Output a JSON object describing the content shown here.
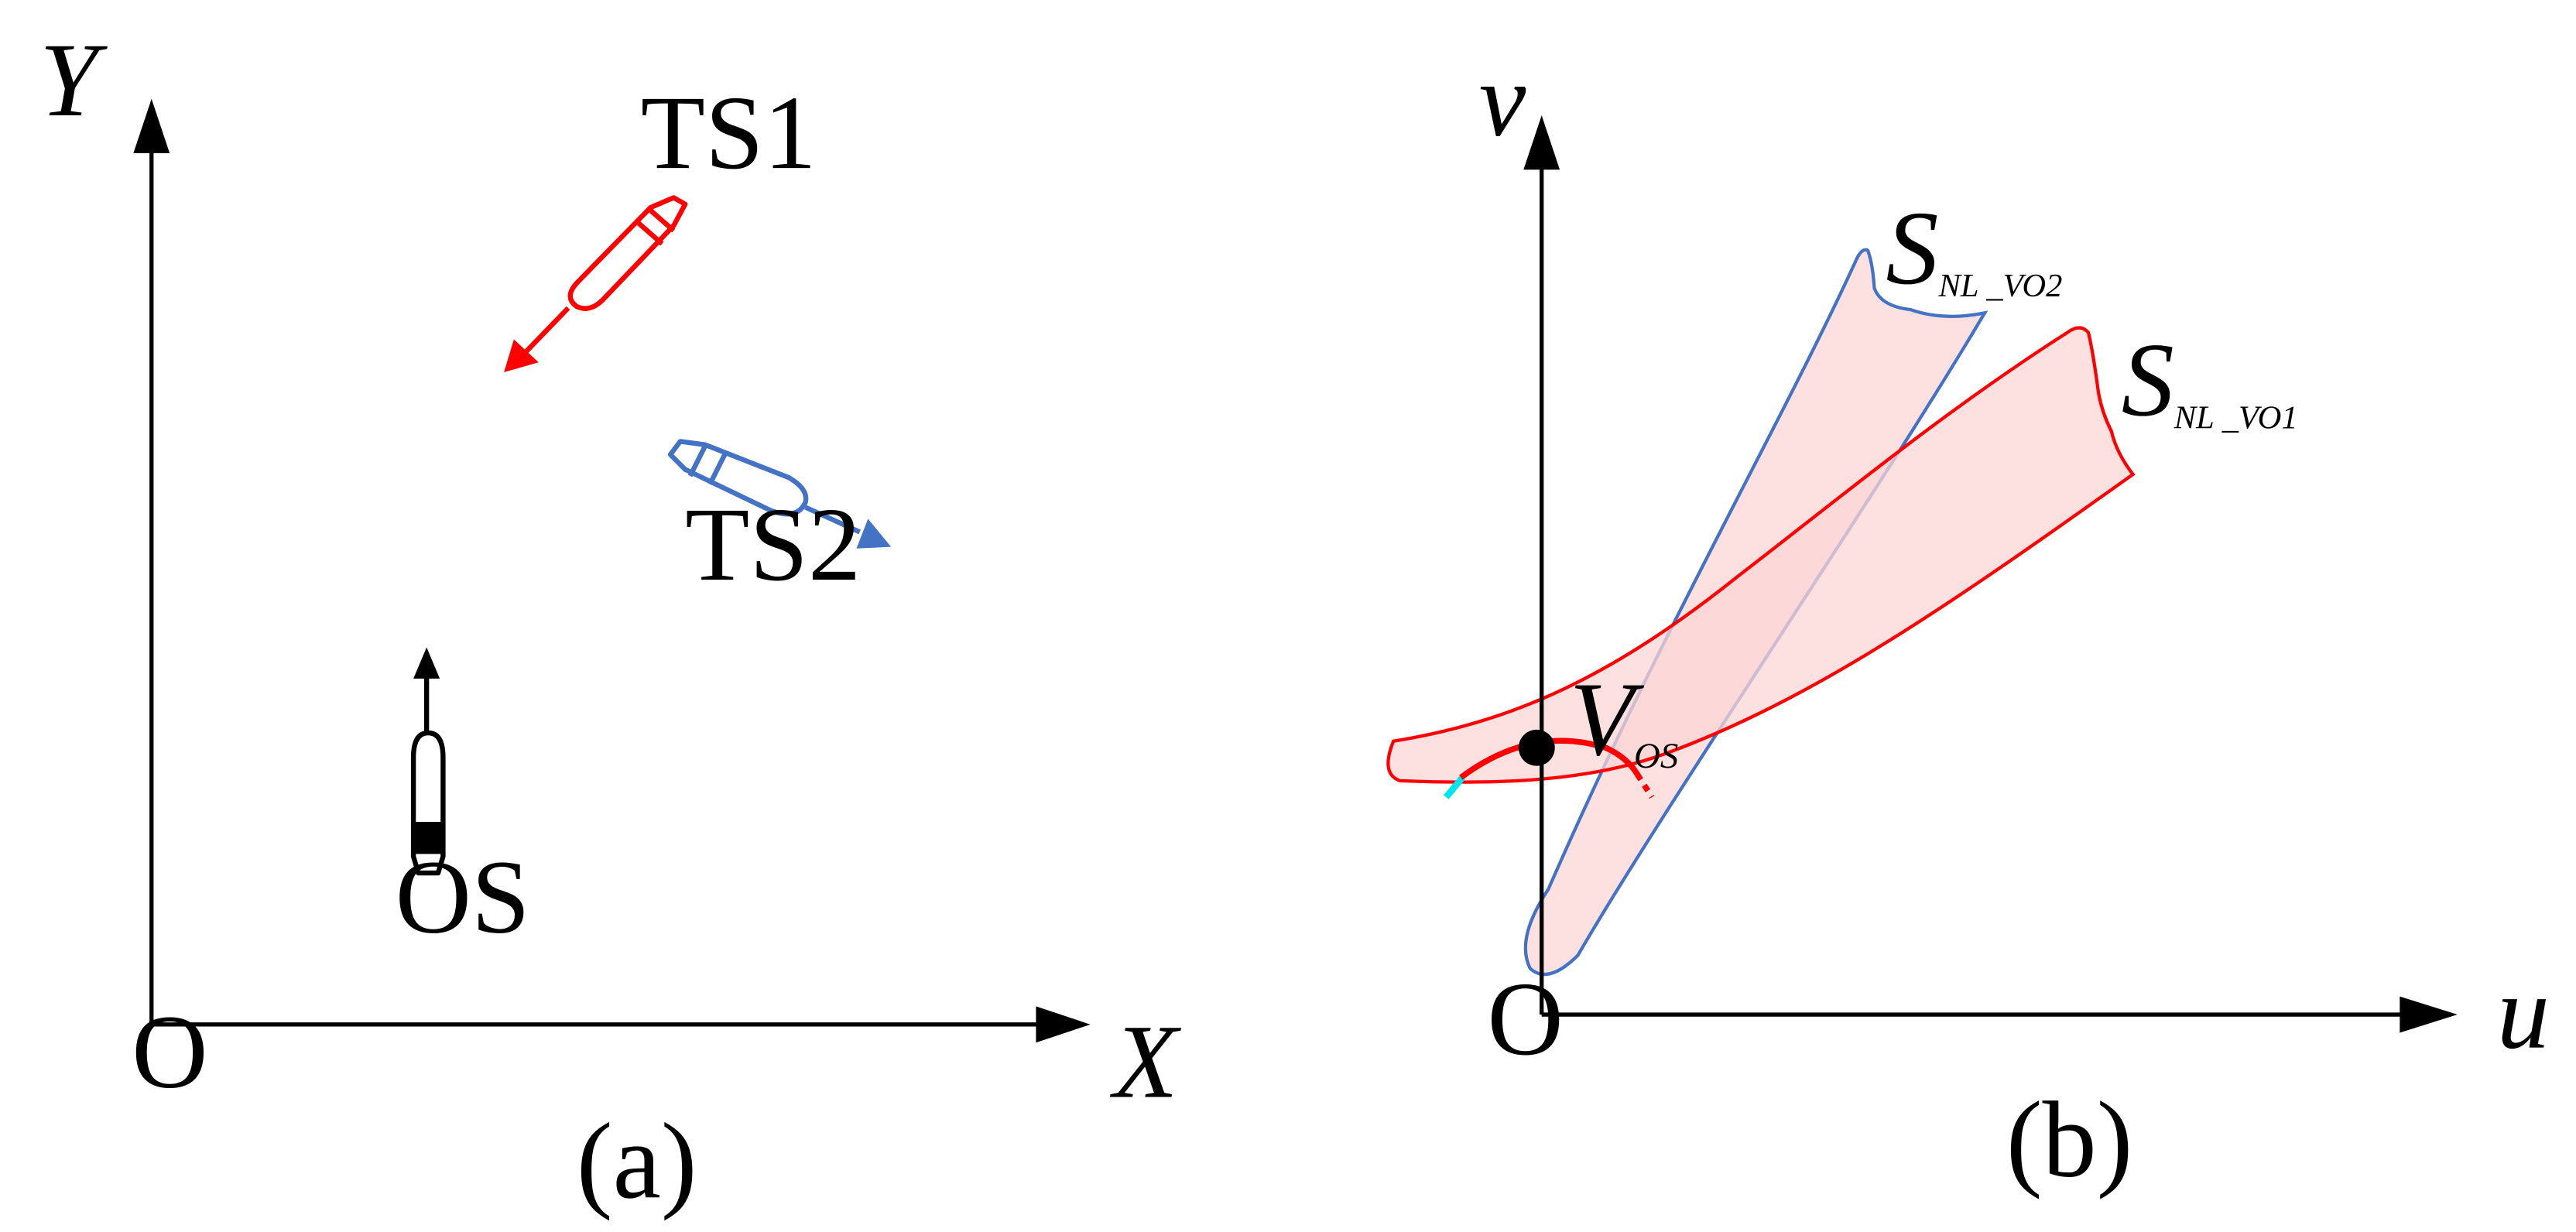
{
  "colors": {
    "axis": "#000000",
    "ts1": "#ff0000",
    "ts2": "#4472c4",
    "os": "#000000",
    "region_fill": "#fcd5d5",
    "cyan": "#00e5ee"
  },
  "panel_a": {
    "y_axis_label": "Y",
    "x_axis_label": "X",
    "origin_label": "O",
    "ts1_label": "TS1",
    "ts2_label": "TS2",
    "os_label": "OS",
    "caption": "(a)"
  },
  "panel_b": {
    "v_axis_label": "v",
    "u_axis_label": "u",
    "origin_label": "O",
    "vo2_main": "S",
    "vo2_sub": "NL _VO2",
    "vo1_main": "S",
    "vo1_sub": "NL _VO1",
    "vos_main": "V",
    "vos_sub": "OS",
    "caption": "(b)"
  }
}
